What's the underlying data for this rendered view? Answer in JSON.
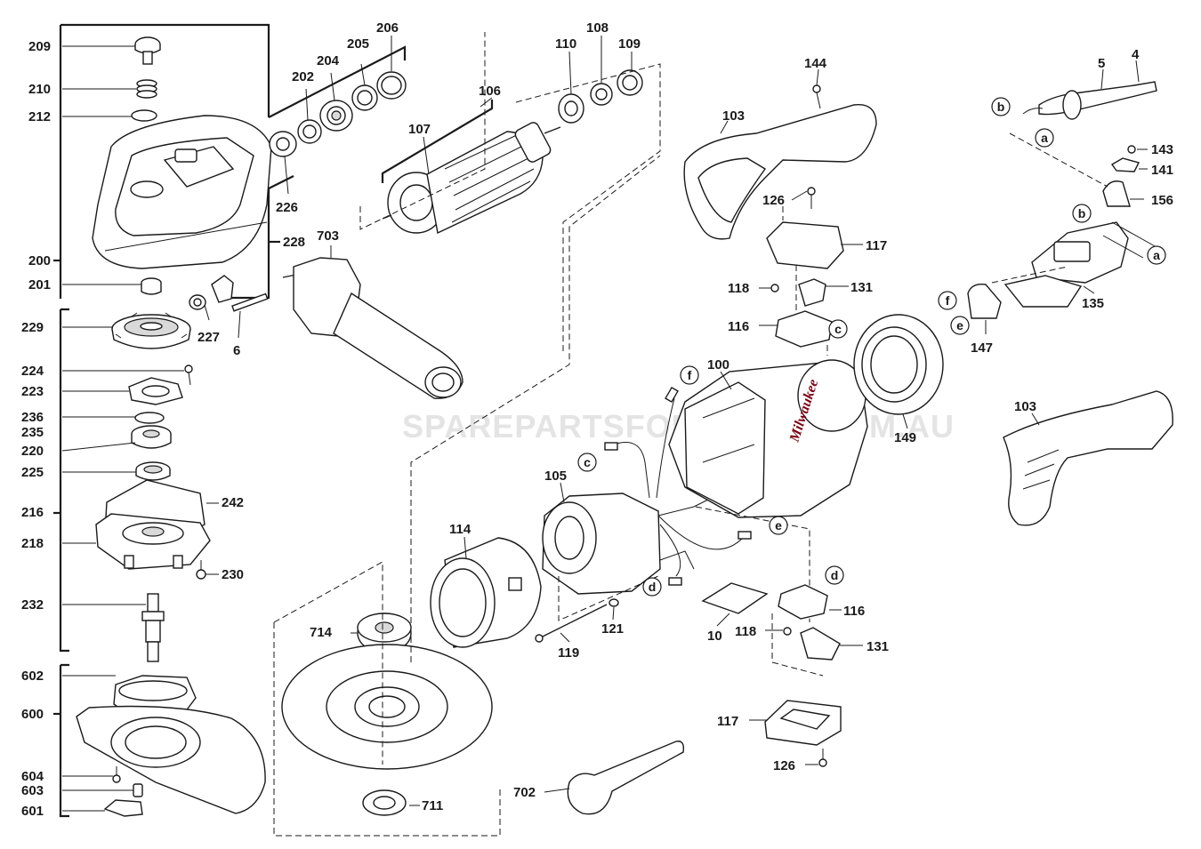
{
  "watermark": "SPAREPARTSFORTOOLS.COM.AU",
  "brand_logo": "Milwaukee",
  "part_labels": {
    "p209": "209",
    "p210": "210",
    "p212": "212",
    "p200": "200",
    "p201": "201",
    "p229": "229",
    "p224": "224",
    "p223": "223",
    "p236": "236",
    "p235": "235",
    "p220": "220",
    "p225": "225",
    "p216": "216",
    "p218": "218",
    "p232": "232",
    "p602": "602",
    "p600": "600",
    "p604": "604",
    "p603": "603",
    "p601": "601",
    "p206": "206",
    "p205": "205",
    "p204": "204",
    "p202": "202",
    "p226": "226",
    "p228": "228",
    "p227": "227",
    "p6": "6",
    "p703": "703",
    "p242": "242",
    "p230": "230",
    "p714": "714",
    "p711": "711",
    "p702": "702",
    "p108": "108",
    "p110": "110",
    "p109": "109",
    "p106": "106",
    "p107": "107",
    "p105": "105",
    "p114": "114",
    "p119": "119",
    "p121": "121",
    "p100": "100",
    "p149": "149",
    "p10": "10",
    "p144": "144",
    "p103a": "103",
    "p126a": "126",
    "p117a": "117",
    "p118a": "118",
    "p131a": "131",
    "p116a": "116",
    "p116b": "116",
    "p118b": "118",
    "p131b": "131",
    "p117b": "117",
    "p126b": "126",
    "p5": "5",
    "p4": "4",
    "p143": "143",
    "p141": "141",
    "p156": "156",
    "p135": "135",
    "p147": "147",
    "p103b": "103"
  },
  "connector_letters": {
    "b1": "b",
    "a1": "a",
    "b2": "b",
    "a2": "a",
    "f1": "f",
    "e1": "e",
    "c1": "c",
    "f2": "f",
    "c2": "c",
    "d1": "d",
    "e2": "e",
    "d2": "d"
  }
}
